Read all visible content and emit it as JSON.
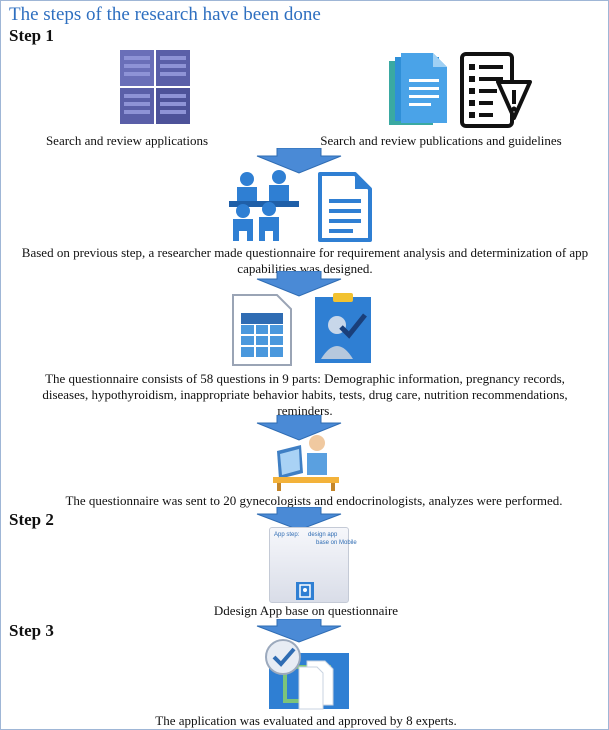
{
  "title": "The steps of the research have been done",
  "steps": {
    "step1": "Step 1",
    "step2": "Step 2",
    "step3": "Step 3"
  },
  "captions": {
    "search_apps": "Search and review applications",
    "search_pubs": "Search and review publications and guidelines",
    "questionnaire_design": "Based on previous step, a researcher made questionnaire for requirement analysis and determinization of app capabilities was designed.",
    "questionnaire_content": "The questionnaire consists of 58 questions in 9 parts: Demographic information, pregnancy records, diseases, hypothyroidism, inappropriate behavior habits, tests, drug care, nutrition recommendations, reminders.",
    "sent_to_experts": "The questionnaire was sent to 20 gynecologists and endocrinologists, analyzes were performed.",
    "design_app": "Ddesign App base on questionnaire",
    "evaluated": "The application was evaluated and approved by 8 experts."
  },
  "icon_texts": {
    "app_step": "App step:",
    "design_app_line1": "design app",
    "design_app_line2": "base on Mobile"
  },
  "colors": {
    "title": "#2e6fc0",
    "arrow": "#4a8ad6",
    "server": "#5a5fa8",
    "people": "#2f7fd3",
    "document": "#2f7fd3"
  },
  "icons": [
    "server-icon",
    "documents-icon",
    "checklist-icon",
    "people-icon",
    "document-icon",
    "table-icon",
    "doctor-checklist-icon",
    "computer-user-icon",
    "mobile-app-icon",
    "approval-icon"
  ]
}
